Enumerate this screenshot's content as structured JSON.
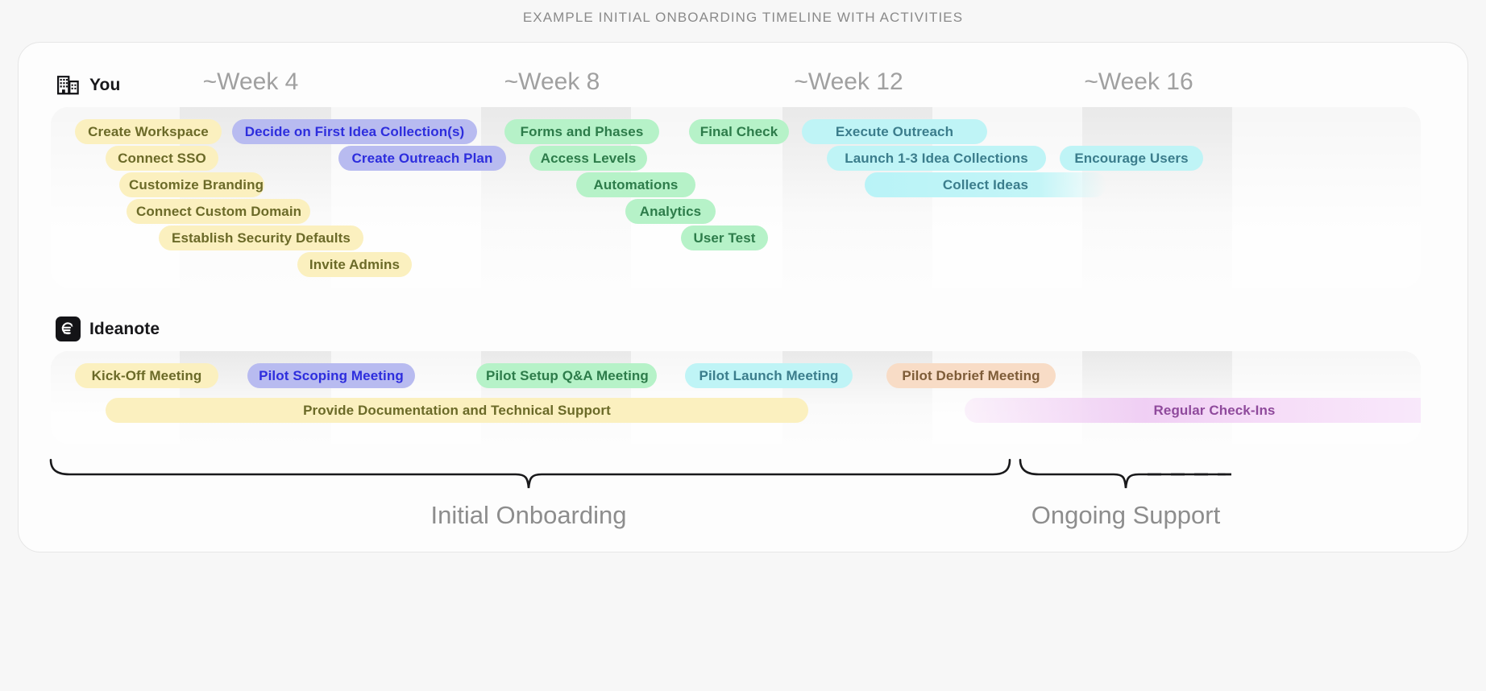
{
  "caption": "EXAMPLE INITIAL ONBOARDING TIMELINE WITH ACTIVITIES",
  "lanes": [
    {
      "id": "you",
      "label": "You",
      "icon": "building-icon"
    },
    {
      "id": "ideanote",
      "label": "Ideanote",
      "icon": "ideanote-logo-icon"
    }
  ],
  "week_axis": {
    "labels": [
      "~Week 4",
      "~Week 8",
      "~Week 12",
      "~Week 16"
    ]
  },
  "you_activities": [
    {
      "label": "Create Workspace",
      "color": "yellow"
    },
    {
      "label": "Decide on First Idea Collection(s)",
      "color": "purple"
    },
    {
      "label": "Forms and Phases",
      "color": "green"
    },
    {
      "label": "Final Check",
      "color": "green"
    },
    {
      "label": "Execute Outreach",
      "color": "cyan"
    },
    {
      "label": "Connect SSO",
      "color": "yellow"
    },
    {
      "label": "Create Outreach Plan",
      "color": "purple"
    },
    {
      "label": "Access Levels",
      "color": "green"
    },
    {
      "label": "Launch 1-3 Idea Collections",
      "color": "cyan"
    },
    {
      "label": "Encourage Users",
      "color": "cyan"
    },
    {
      "label": "Customize Branding",
      "color": "yellow"
    },
    {
      "label": "Automations",
      "color": "green"
    },
    {
      "label": "Collect Ideas",
      "color": "cyan-gradient"
    },
    {
      "label": "Connect Custom Domain",
      "color": "yellow"
    },
    {
      "label": "Analytics",
      "color": "green"
    },
    {
      "label": "Establish Security Defaults",
      "color": "yellow"
    },
    {
      "label": "User Test",
      "color": "green"
    },
    {
      "label": "Invite Admins",
      "color": "yellow"
    }
  ],
  "ideanote_activities": [
    {
      "label": "Kick-Off Meeting",
      "color": "yellow"
    },
    {
      "label": "Pilot Scoping Meeting",
      "color": "purple"
    },
    {
      "label": "Pilot Setup Q&A Meeting",
      "color": "green"
    },
    {
      "label": "Pilot Launch Meeting",
      "color": "cyan"
    },
    {
      "label": "Pilot Debrief Meeting",
      "color": "peach"
    },
    {
      "label": "Provide Documentation and Technical Support",
      "color": "yellow"
    },
    {
      "label": "Regular  Check-Ins",
      "color": "pink-gradient"
    }
  ],
  "phases": [
    {
      "label": "Initial Onboarding"
    },
    {
      "label": "Ongoing Support"
    }
  ],
  "colors": {
    "background": "#f7f7f7",
    "card": "#fdfdfd",
    "caption_text": "#8a8a8a",
    "week_text": "#a0a0a0",
    "phase_text": "#8d8d8d",
    "yellow_bg": "#fbf0bf",
    "yellow_text": "#6b6a28",
    "purple_bg": "#b8bbf0",
    "purple_text": "#2d2ddd",
    "green_bg": "#b6f2c8",
    "green_text": "#2d7c4a",
    "cyan_bg": "#bff4f6",
    "cyan_text": "#3b7d8c",
    "peach_bg": "#f8dcc6",
    "peach_text": "#7e5c38",
    "pink_text": "#8f4a9c",
    "brace_stroke": "#19191b"
  }
}
